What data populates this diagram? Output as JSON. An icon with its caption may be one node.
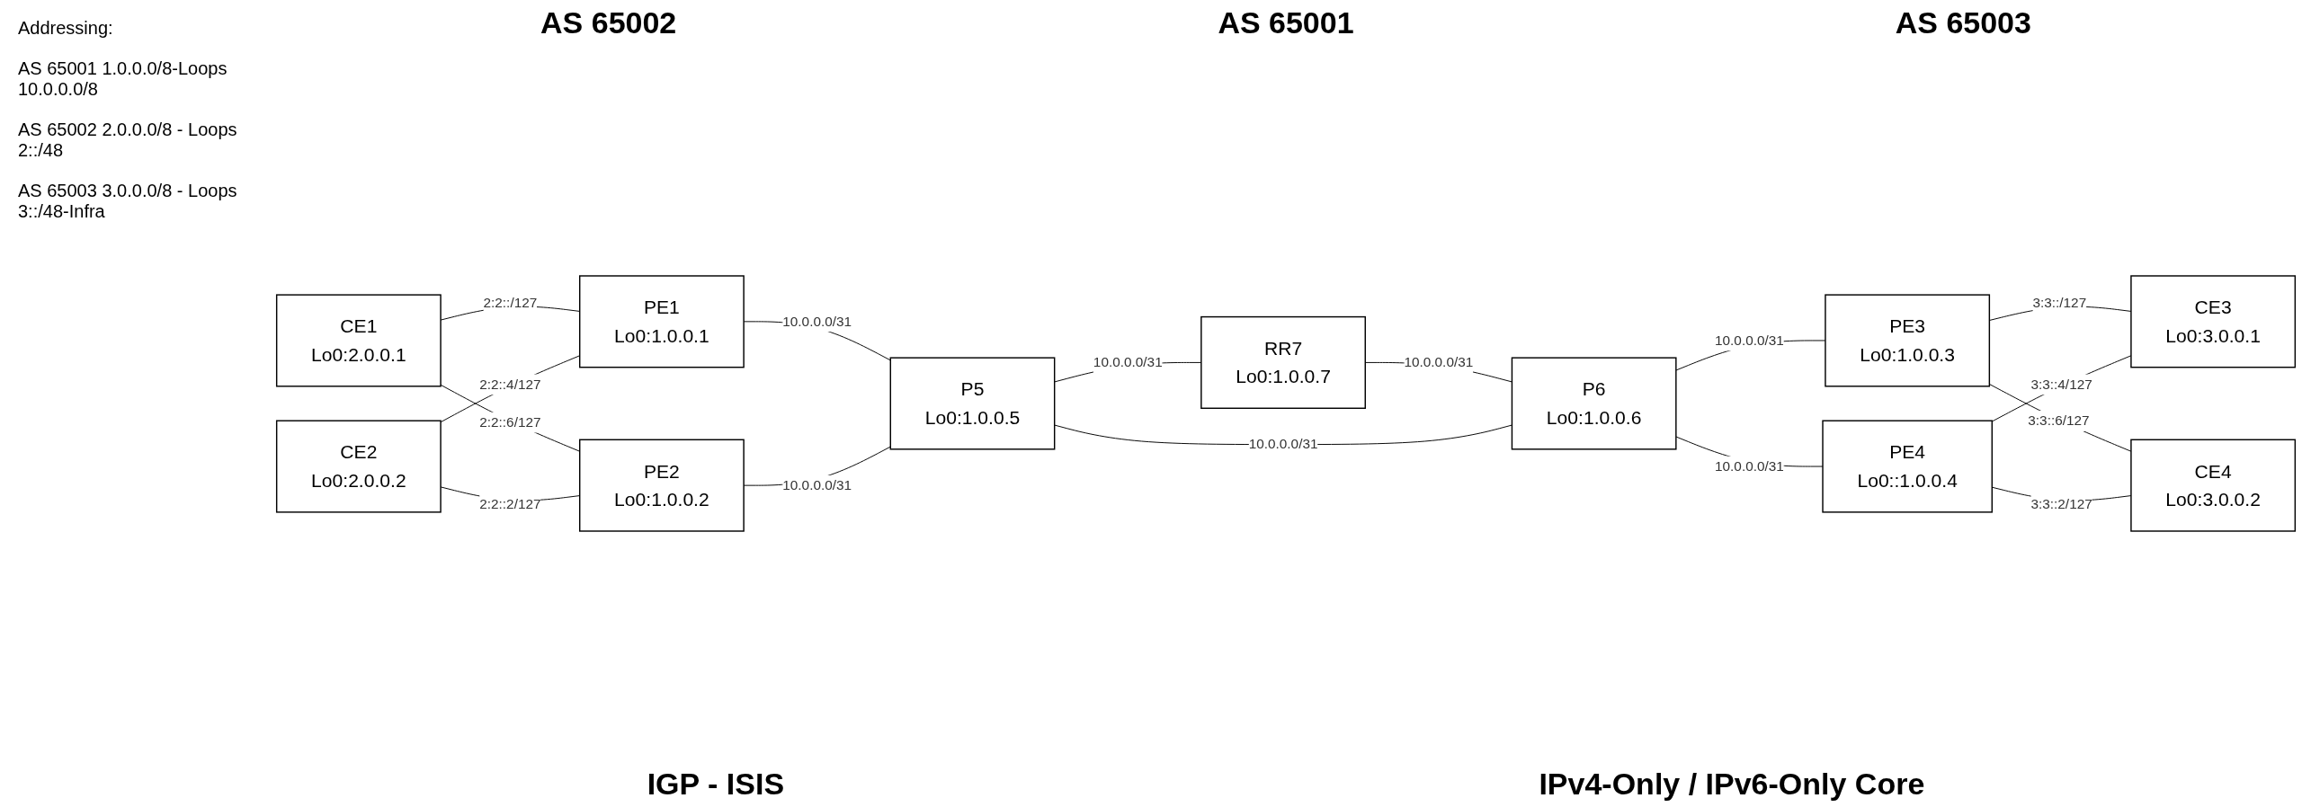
{
  "diagram": {
    "nodes": [
      {
        "text": [
          "CE1",
          "Lo0:2.0.0.1"
        ]
      },
      {
        "text": [
          "PE1",
          "Lo0:1.0.0.1"
        ]
      },
      {
        "text": [
          "CE2",
          "Lo0:2.0.0.2"
        ]
      },
      {
        "text": [
          "PE2",
          "Lo0:1.0.0.2"
        ]
      },
      {
        "text": [
          "RR7",
          "Lo0:1.0.0.7"
        ]
      },
      {
        "text": [
          "P5",
          "Lo0:1.0.0.5"
        ]
      },
      {
        "text": [
          "P6",
          "Lo0:1.0.0.6"
        ]
      },
      {
        "text": [
          "PE3",
          "Lo0:1.0.0.3"
        ]
      },
      {
        "text": [
          "CE3",
          "Lo0:3.0.0.1"
        ]
      },
      {
        "text": [
          "PE4",
          "Lo0::1.0.0.4"
        ]
      },
      {
        "text": [
          "CE4",
          "Lo0:3.0.0.2"
        ]
      }
    ],
    "edges": [
      {
        "from": 0,
        "to": 1,
        "arrow": "none",
        "label": "2:2::/127"
      },
      {
        "from": 0,
        "to": 3,
        "arrow": "none",
        "label": "2:2::6/127"
      },
      {
        "from": 2,
        "to": 1,
        "arrow": "none",
        "label": "2:2::4/127"
      },
      {
        "from": 2,
        "to": 3,
        "arrow": "none",
        "label": "2:2::2/127"
      },
      {
        "from": 1,
        "to": 5,
        "arrow": "none",
        "label": "10.0.0.0/31"
      },
      {
        "from": 3,
        "to": 5,
        "arrow": "none",
        "label": "10.0.0.0/31"
      },
      {
        "from": 5,
        "to": 4,
        "arrow": "none",
        "label": "10.0.0.0/31"
      },
      {
        "from": 4,
        "to": 6,
        "arrow": "none",
        "label": "10.0.0.0/31"
      },
      {
        "from": 5,
        "to": 6,
        "arrow": "none",
        "label": "10.0.0.0/31"
      },
      {
        "from": 6,
        "to": 7,
        "arrow": "none",
        "label": "10.0.0.0/31"
      },
      {
        "from": 6,
        "to": 9,
        "arrow": "none",
        "label": "10.0.0.0/31"
      },
      {
        "from": 7,
        "to": 8,
        "arrow": "none",
        "label": "3:3::/127"
      },
      {
        "from": 7,
        "to": 10,
        "arrow": "none",
        "label": "3:3::6/127"
      },
      {
        "from": 9,
        "to": 8,
        "arrow": "none",
        "label": "3:3::4/127"
      },
      {
        "from": 9,
        "to": 10,
        "arrow": "none",
        "label": "3:3::2/127"
      }
    ],
    "labels": [
      "Addressing:",
      "AS 65001 1.0.0.0/8-Loops 10.0.0.0/8",
      "AS 65002 2.0.0.0/8 - Loops 2::/48",
      "AS 65003 3.0.0.0/8 - Loops 3::/48-Infra",
      "AS 65002",
      "AS 65001",
      "AS 65003",
      "IGP - ISIS",
      "IPv4-Only / IPv6-Only Core"
    ]
  }
}
